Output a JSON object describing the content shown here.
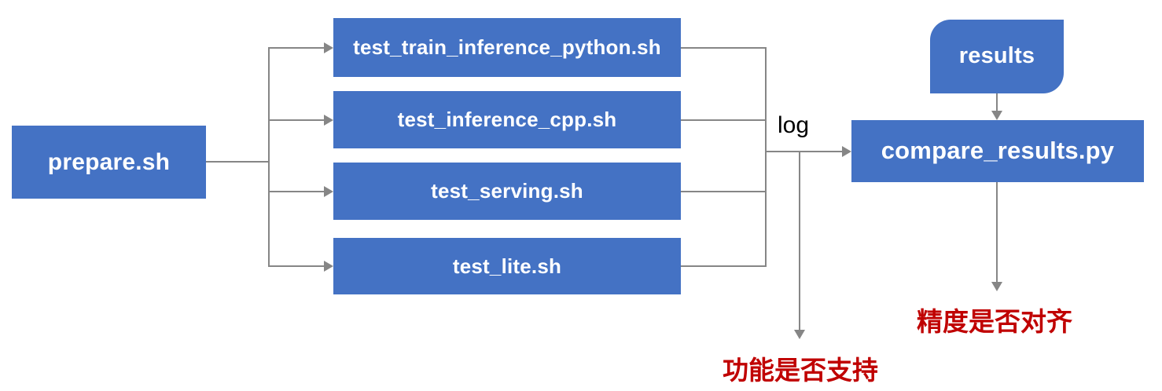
{
  "diagram": {
    "title": "test pipeline flowchart",
    "nodes": {
      "prepare": {
        "label": "prepare.sh",
        "shape": "rectangle"
      },
      "test1": {
        "label": "test_train_inference_python.sh",
        "shape": "rectangle"
      },
      "test2": {
        "label": "test_inference_cpp.sh",
        "shape": "rectangle"
      },
      "test3": {
        "label": "test_serving.sh",
        "shape": "rectangle"
      },
      "test4": {
        "label": "test_lite.sh",
        "shape": "rectangle"
      },
      "compare": {
        "label": "compare_results.py",
        "shape": "rectangle"
      },
      "results": {
        "label": "results",
        "shape": "round-diagonal-corner-rectangle"
      }
    },
    "edges": {
      "prepare_to_tests": "prepare.sh fans out to the four test scripts",
      "tests_to_compare_label": "log",
      "results_to_compare": "results feeds into compare_results.py",
      "log_down": "log branch drops to function-support annotation",
      "compare_down": "compare_results.py drops to precision annotation"
    },
    "annotations": {
      "function_support": "功能是否支持",
      "precision_aligned": "精度是否对齐"
    },
    "colors": {
      "node_fill": "#4472C4",
      "node_text": "#FFFFFF",
      "connector_line": "#868686",
      "edge_label_text": "#000000",
      "annotation_text": "#C00000",
      "background": "#FFFFFF"
    }
  }
}
